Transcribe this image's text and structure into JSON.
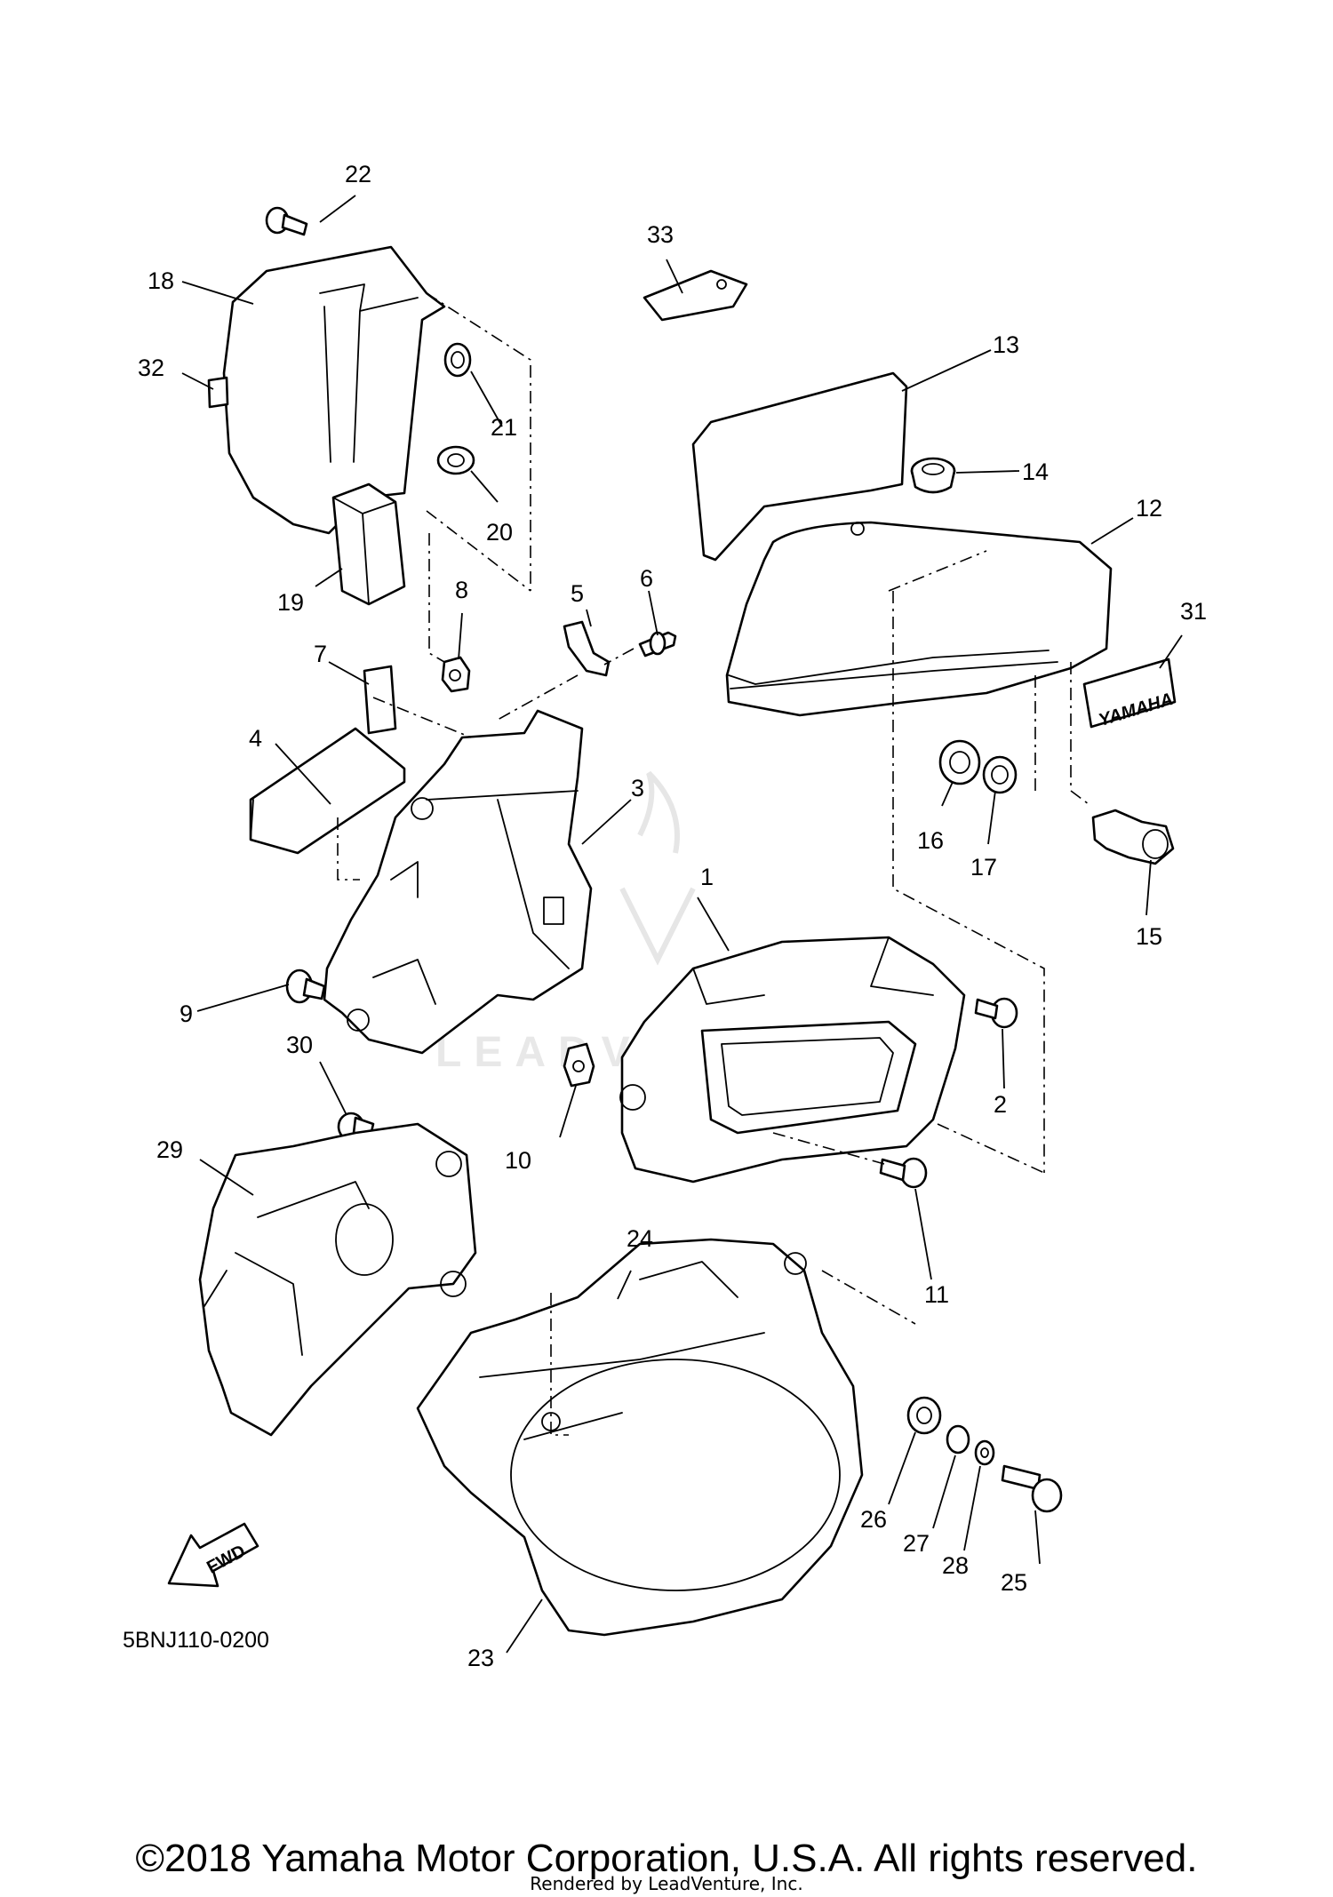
{
  "diagram": {
    "code": "5BNJ110-0200",
    "fwd_label": "FWD",
    "emblem_text": "YAMAHA",
    "watermark": "LEADVENTURE"
  },
  "callouts": [
    "1",
    "2",
    "3",
    "4",
    "5",
    "6",
    "7",
    "8",
    "9",
    "10",
    "11",
    "12",
    "13",
    "14",
    "15",
    "16",
    "17",
    "18",
    "19",
    "20",
    "21",
    "22",
    "23",
    "24",
    "25",
    "26",
    "27",
    "28",
    "29",
    "30",
    "31",
    "32",
    "33"
  ],
  "footer": {
    "copyright": "©2018 Yamaha Motor Corporation, U.S.A. All rights reserved.",
    "rendered_by": "Rendered by LeadVenture, Inc."
  }
}
